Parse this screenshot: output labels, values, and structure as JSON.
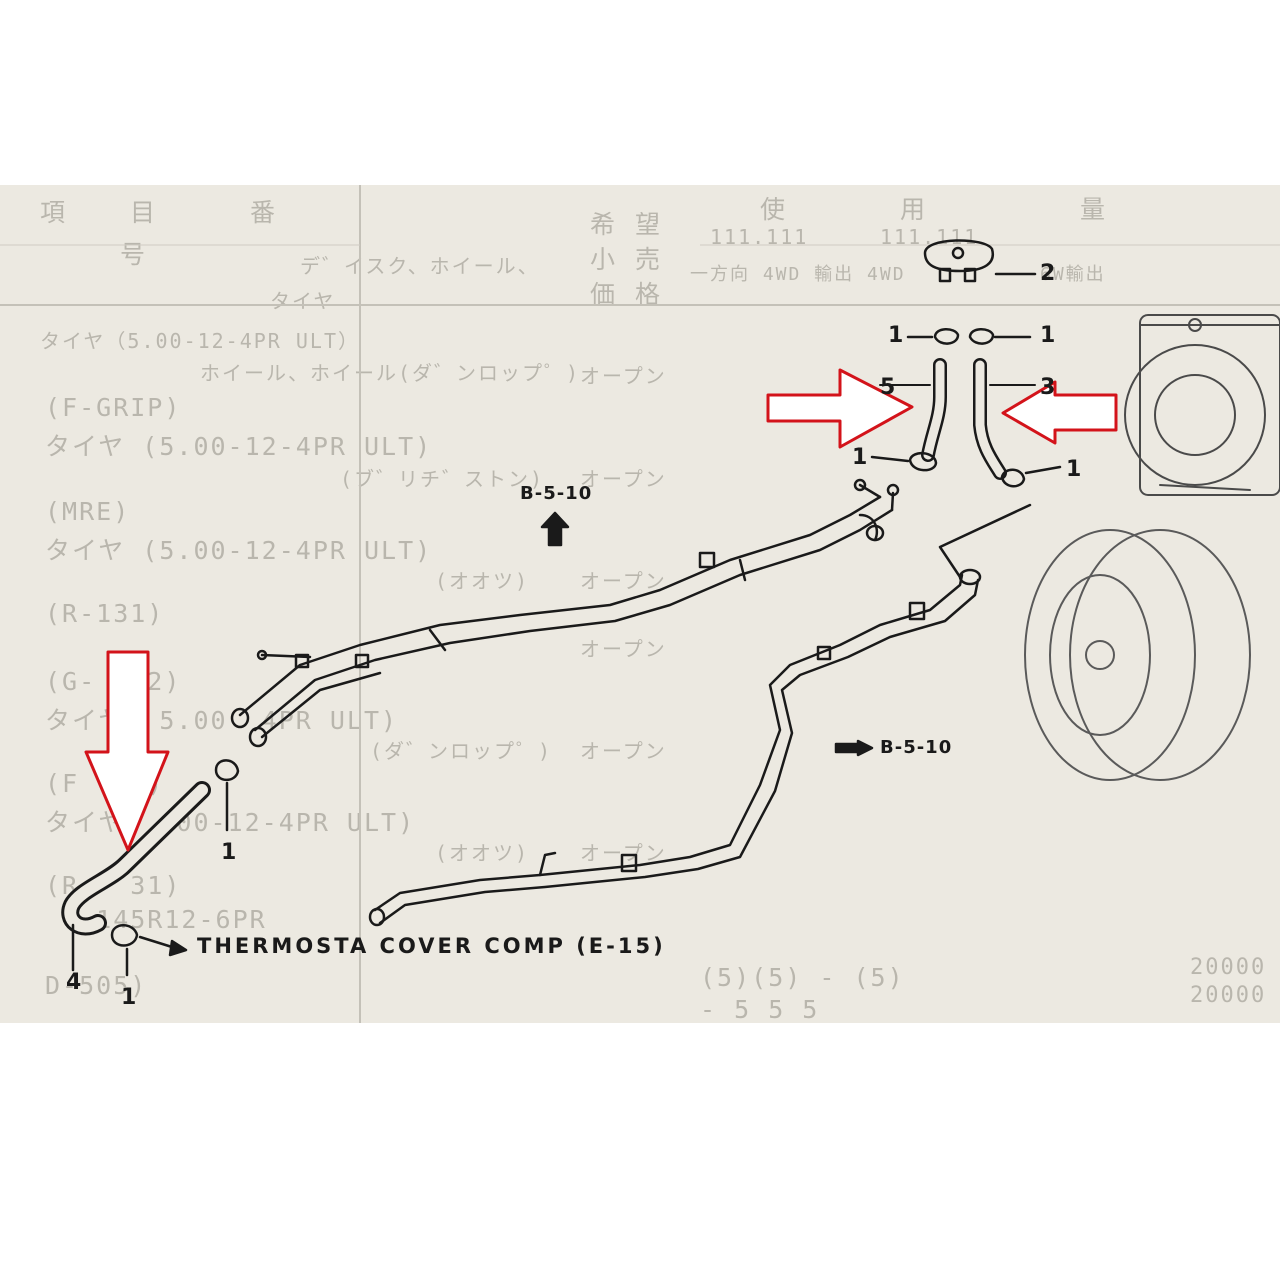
{
  "background_table": {
    "header_left": [
      "項",
      "目",
      "番",
      "号"
    ],
    "header_right": [
      "希",
      "望",
      "小",
      "売",
      "価",
      "格",
      "使",
      "用",
      "量"
    ],
    "rows": [
      "デ゛イスク、ホイール、",
      "タイヤ",
      "タイヤ（5.00-12-4PR ULT）",
      "ホイール、ホイール(ダ゛ンロップ゜)",
      "(F-GRIP)",
      "タイヤ (5.00-12-4PR ULT)",
      "(ブ゛リチ゛ストン)",
      "(MRE)",
      "タイヤ (5.00-12-4PR ULT)",
      "(オオツ)",
      "(R-131)",
      "(G-   2)",
      "タイヤ  5.00  4PR ULT)",
      "(ダ゛ンロップ゜)",
      "(F   P)",
      "タイヤ   00-12-4PR ULT)",
      "(オオツ)",
      "(R   31)",
      "   145R12-6PR",
      "D-505)"
    ],
    "open_price": "オープン",
    "bottom_codes": [
      "(5)(5) - (5)",
      "- 5 5 5",
      "20000",
      "20000"
    ],
    "model_codes": [
      "111.111",
      "111.111",
      "一方向 4WD 輸出 4WD",
      "6W輸出"
    ]
  },
  "callouts": {
    "part_2": "2",
    "part_1_left": "1",
    "part_1_right": "1",
    "part_5": "5",
    "part_3": "3",
    "part_1_mid_left": "1",
    "part_1_mid_right": "1",
    "part_1_lower": "1",
    "part_4": "4",
    "part_1_bottom": "1"
  },
  "references": {
    "up_ref": "B-5-10",
    "right_ref": "B-5-10",
    "thermostat": "THERMOSTA COVER COMP (E-15)"
  },
  "highlight_color": "#d3131a",
  "line_color": "#1a1a1a",
  "paper_color": "#ece9e1"
}
